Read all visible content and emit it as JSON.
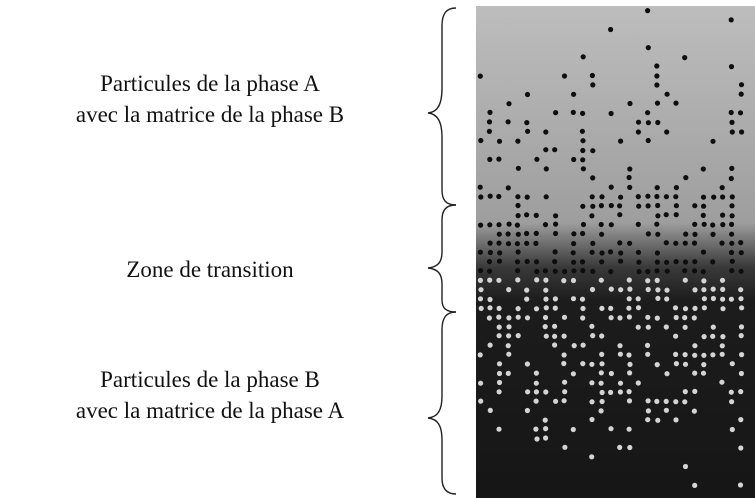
{
  "regions": [
    {
      "id": "a",
      "lines": [
        "Particules de la phase A",
        "avec la matrice de la phase B"
      ]
    },
    {
      "id": "t",
      "lines": [
        "Zone de transition"
      ]
    },
    {
      "id": "b",
      "lines": [
        "Particules de la phase B",
        "avec la matrice de la phase A"
      ]
    }
  ],
  "colors": {
    "phase_light": "#bdbdbd",
    "phase_dark": "#161616",
    "particle_dark": "#0e0e0e",
    "particle_light": "#d4d4d4",
    "text": "#111111",
    "brace": "#222222"
  },
  "icons": [
    "curly-brace-icon"
  ]
}
